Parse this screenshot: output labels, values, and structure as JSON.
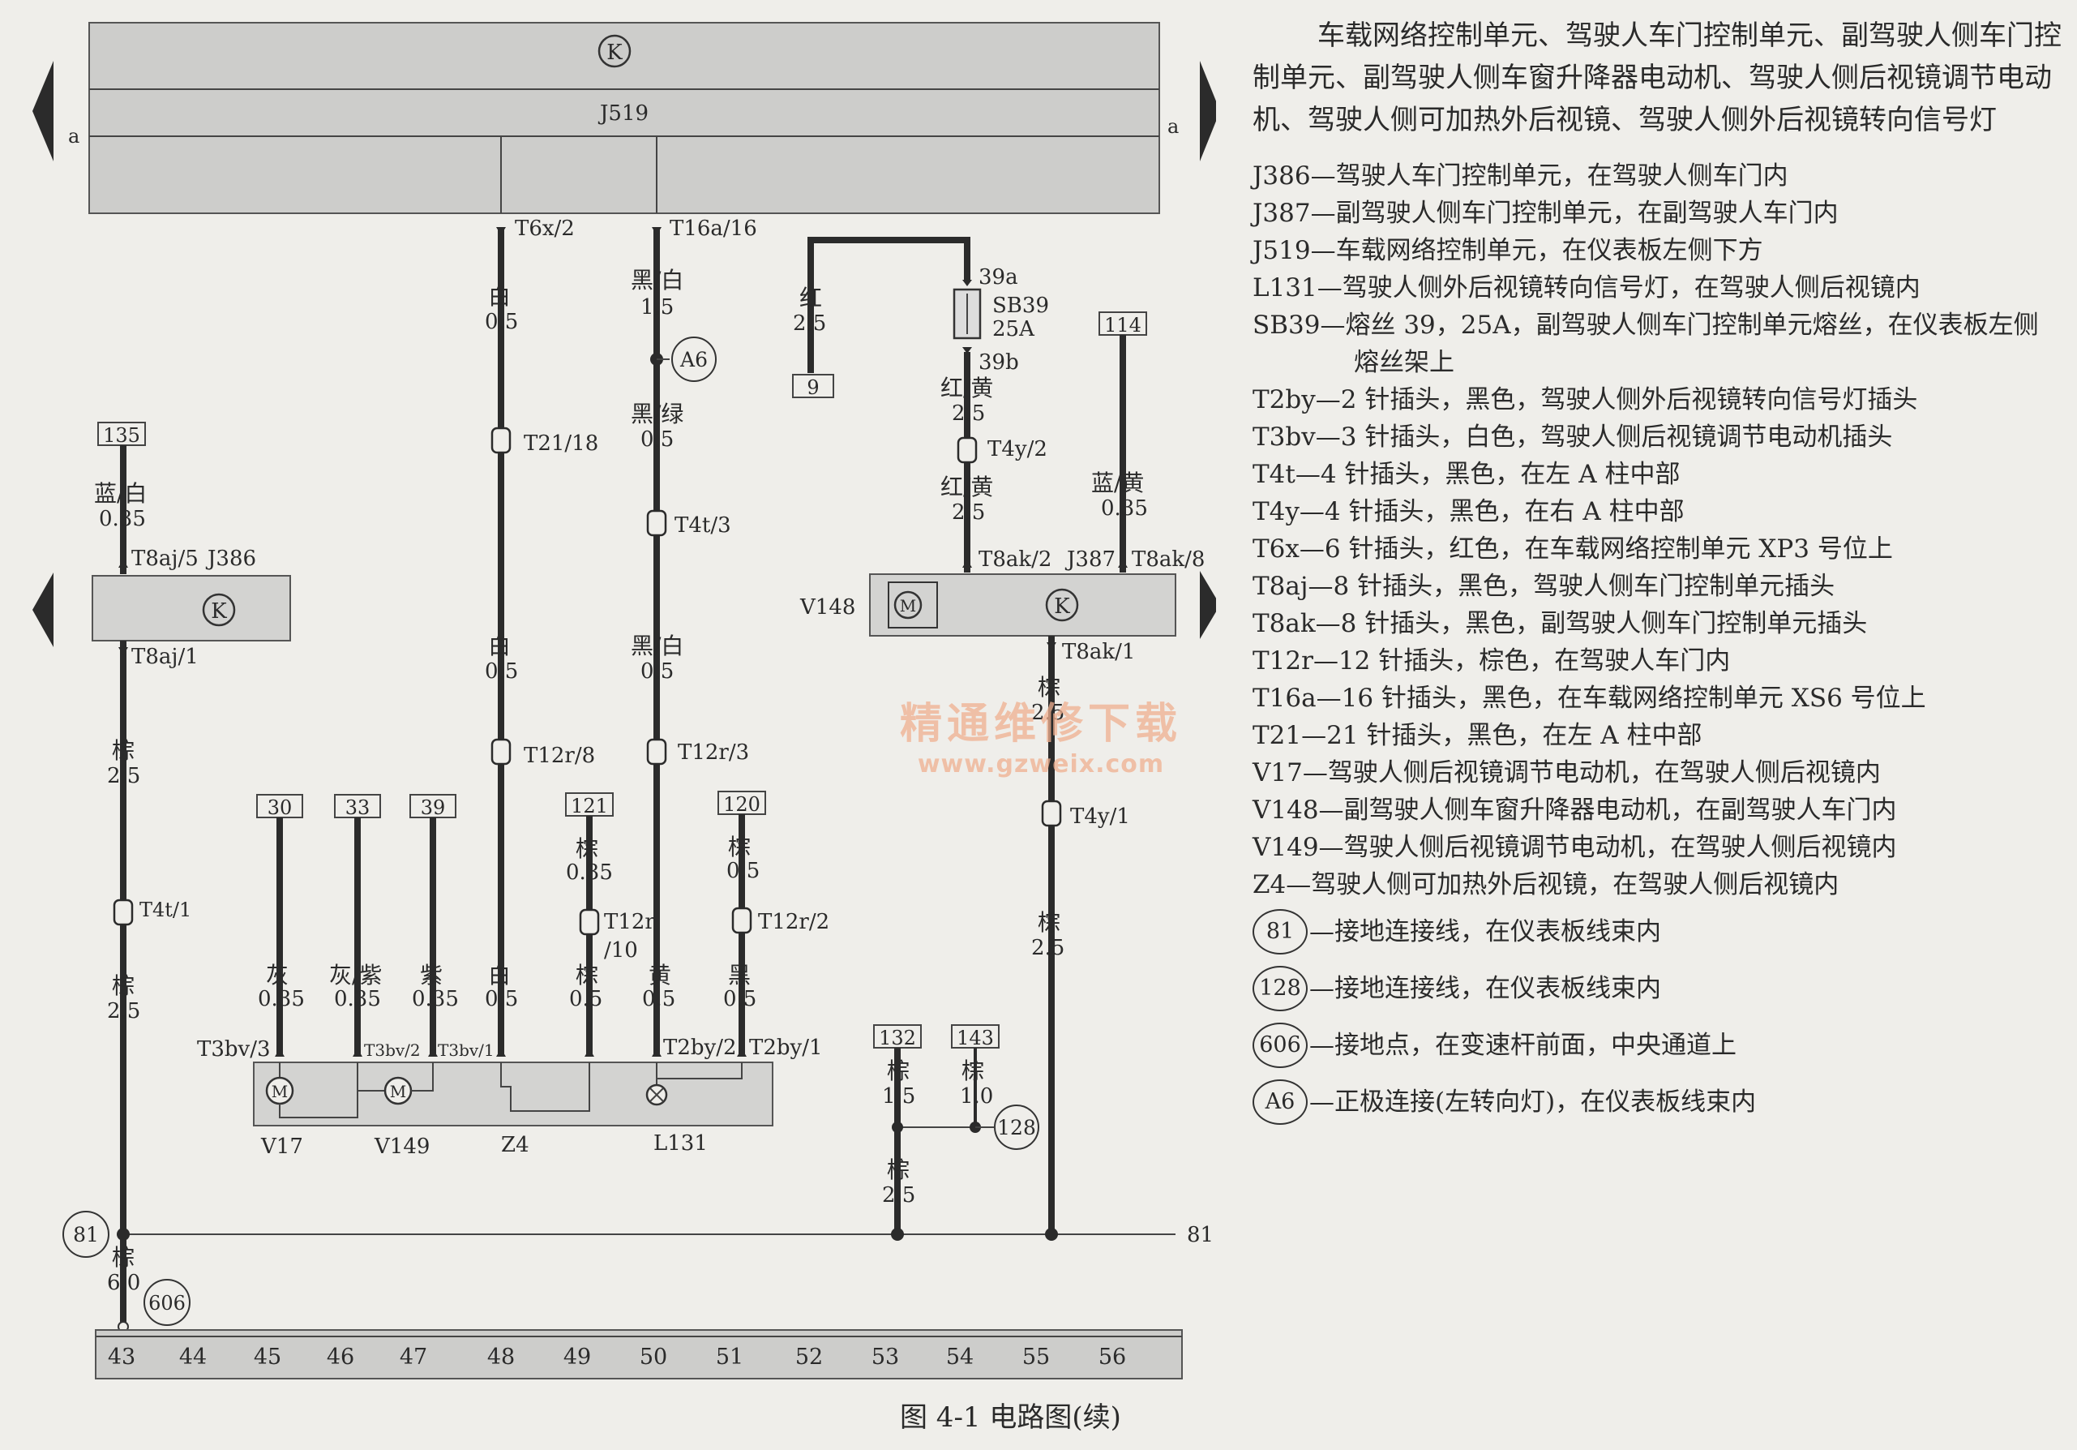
{
  "diagram": {
    "bus": {
      "k_symbol": "K",
      "unit": "J519",
      "bus_left": "a",
      "bus_right": "a"
    },
    "connectors": {
      "t6x2": "T6x/2",
      "t16a16": "T16a/16",
      "a6": "A6",
      "t21_18": "T21/18",
      "t4t3": "T4t/3",
      "t12r8": "T12r/8",
      "t12r3": "T12r/3",
      "t12r10a": "T12r",
      "t12r10b": "/10",
      "t12r2": "T12r/2",
      "t8aj5": "T8aj/5",
      "j386": "J386",
      "t8aj1": "T8aj/1",
      "t4t1": "T4t/1",
      "t3bv3a": "T3bv/3",
      "t3bv2": "T3bv/2",
      "t3bv1": "T3bv/1",
      "t2by2": "T2by/2",
      "t2by1": "T2by/1",
      "f39a": "39a",
      "sb39": "SB39",
      "f25a": "25A",
      "f39b": "39b",
      "t4y2": "T4y/2",
      "t8ak2": "T8ak/2",
      "j387": "J387",
      "t8ak8": "T8ak/8",
      "v148": "V148",
      "t8ak1": "T8ak/1",
      "t4y1": "T4y/1",
      "g128": "128"
    },
    "refs": {
      "r9": "9",
      "r114": "114",
      "r135": "135",
      "r30": "30",
      "r33": "33",
      "r39": "39",
      "r121": "121",
      "r120": "120",
      "r132": "132",
      "r143": "143"
    },
    "wires": {
      "w48a_c": "白",
      "w48a_s": "0.5",
      "w50a_c": "黑/白",
      "w50a_s": "1.5",
      "w50b_c": "黑/绿",
      "w50b_s": "0.5",
      "w48b_c": "白",
      "w48b_s": "0.5",
      "w50c_c": "黑/白",
      "w50c_s": "0.5",
      "w53r_c": "红",
      "w53r_s": "2.5",
      "w54a_c": "红/黄",
      "w54a_s": "2.5",
      "w54b_c": "红/黄",
      "w54b_s": "2.5",
      "w55a_c": "蓝/黄",
      "w55a_s": "0.35",
      "w43a_c": "蓝/白",
      "w43a_s": "0.35",
      "w43b_c": "棕",
      "w43b_s": "2.5",
      "w43c_c": "棕",
      "w43c_s": "2.5",
      "w43d_c": "棕",
      "w43d_s": "6.0",
      "w49a_c": "棕",
      "w49a_s": "0.35",
      "w51a_c": "棕",
      "w51a_s": "0.5",
      "w45_c": "灰",
      "w45_s": "0.35",
      "w46_c": "灰/紫",
      "w46_s": "0.35",
      "w47_c": "紫",
      "w47_s": "0.35",
      "w48c_c": "白",
      "w48c_s": "0.5",
      "w49b_c": "棕",
      "w49b_s": "0.5",
      "w50d_c": "黄",
      "w50d_s": "0.5",
      "w51b_c": "黑",
      "w51b_s": "0.5",
      "w55b_c": "棕",
      "w55b_s": "2.5",
      "w55c_c": "棕",
      "w55c_s": "2.5",
      "w53a_c": "棕",
      "w53a_s": "1.5",
      "w54c_c": "棕",
      "w54c_s": "1.0",
      "w53b_c": "棕",
      "w53b_s": "2.5"
    },
    "components": {
      "v17": "V17",
      "v149": "V149",
      "z4": "Z4",
      "l131": "L131",
      "m": "M"
    },
    "ground": {
      "g81": "81",
      "g81_right": "81",
      "g606": "606"
    },
    "columns": [
      "43",
      "44",
      "45",
      "46",
      "47",
      "48",
      "49",
      "50",
      "51",
      "52",
      "53",
      "54",
      "55",
      "56"
    ]
  },
  "legend": {
    "title": "车载网络控制单元、驾驶人车门控制单元、副驾驶人侧车门控制单元、副驾驶人侧车窗升降器电动机、驾驶人侧后视镜调节电动机、驾驶人侧可加热外后视镜、驾驶人侧外后视镜转向信号灯",
    "items": [
      "J386—驾驶人车门控制单元，在驾驶人侧车门内",
      "J387—副驾驶人侧车门控制单元，在副驾驶人车门内",
      "J519—车载网络控制单元，在仪表板左侧下方",
      "L131—驾驶人侧外后视镜转向信号灯，在驾驶人侧后视镜内",
      "SB39—熔丝 39，25A，副驾驶人侧车门控制单元熔丝，在仪表板左侧熔丝架上",
      "T2by—2 针插头，黑色，驾驶人侧外后视镜转向信号灯插头",
      "T3bv—3 针插头，白色，驾驶人侧后视镜调节电动机插头",
      "T4t—4 针插头，黑色，在左 A 柱中部",
      "T4y—4 针插头，黑色，在右 A 柱中部",
      "T6x—6 针插头，红色，在车载网络控制单元 XP3 号位上",
      "T8aj—8 针插头，黑色，驾驶人侧车门控制单元插头",
      "T8ak—8 针插头，黑色，副驾驶人侧车门控制单元插头",
      "T12r—12 针插头，棕色，在驾驶人车门内",
      "T16a—16 针插头，黑色，在车载网络控制单元 XS6 号位上",
      "T21—21 针插头，黑色，在左 A 柱中部",
      "V17—驾驶人侧后视镜调节电动机，在驾驶人侧后视镜内",
      "V148—副驾驶人侧车窗升降器电动机，在副驾驶人车门内",
      "V149—驾驶人侧后视镜调节电动机，在驾驶人侧后视镜内",
      "Z4—驾驶人侧可加热外后视镜，在驾驶人侧后视镜内"
    ],
    "circled": [
      {
        "num": "81",
        "text": "—接地连接线，在仪表板线束内"
      },
      {
        "num": "128",
        "text": "—接地连接线，在仪表板线束内"
      },
      {
        "num": "606",
        "text": "—接地点，在变速杆前面，中央通道上"
      },
      {
        "num": "A6",
        "text": "—正极连接(左转向灯)，在仪表板线束内"
      }
    ]
  },
  "caption": "图 4-1    电路图(续)",
  "watermark": {
    "line1": "精通维修下载",
    "line2": "www.gzweix.com"
  }
}
